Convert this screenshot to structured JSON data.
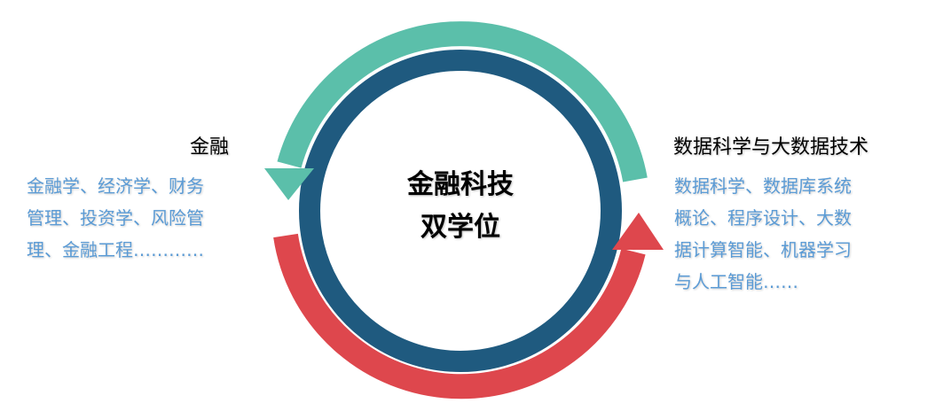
{
  "center": {
    "line1": "金融科技",
    "line2": "双学位"
  },
  "left": {
    "title": "金融",
    "lines": [
      "金融学、经济学、财务",
      "管理、投资学、风险管",
      "理、金融工程…………"
    ]
  },
  "right": {
    "title": "数据科学与大数据技术",
    "lines": [
      "数据科学、数据库系统",
      "概论、程序设计、大数",
      "据计算智能、机器学习",
      "与人工智能……"
    ]
  },
  "colors": {
    "ring": "#1f5a7f",
    "green_arrow": "#5bbfaa",
    "red_arrow": "#de474d",
    "body_text": "#5b9bd5"
  }
}
